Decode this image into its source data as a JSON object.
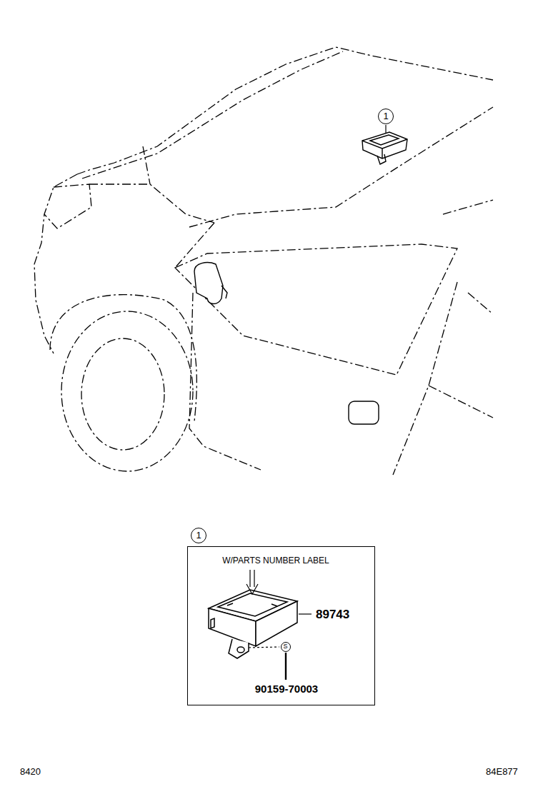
{
  "diagram": {
    "nodes": [
      {
        "text": [
          "1"
        ]
      },
      {
        "text": [
          "1"
        ]
      },
      {
        "text": [
          "W/PARTS NUMBER LABEL",
          "89743",
          "90159-70003"
        ]
      },
      {
        "text": [
          "S"
        ],
        "in": 2
      }
    ],
    "labels": [
      "8420",
      "84E877"
    ]
  }
}
